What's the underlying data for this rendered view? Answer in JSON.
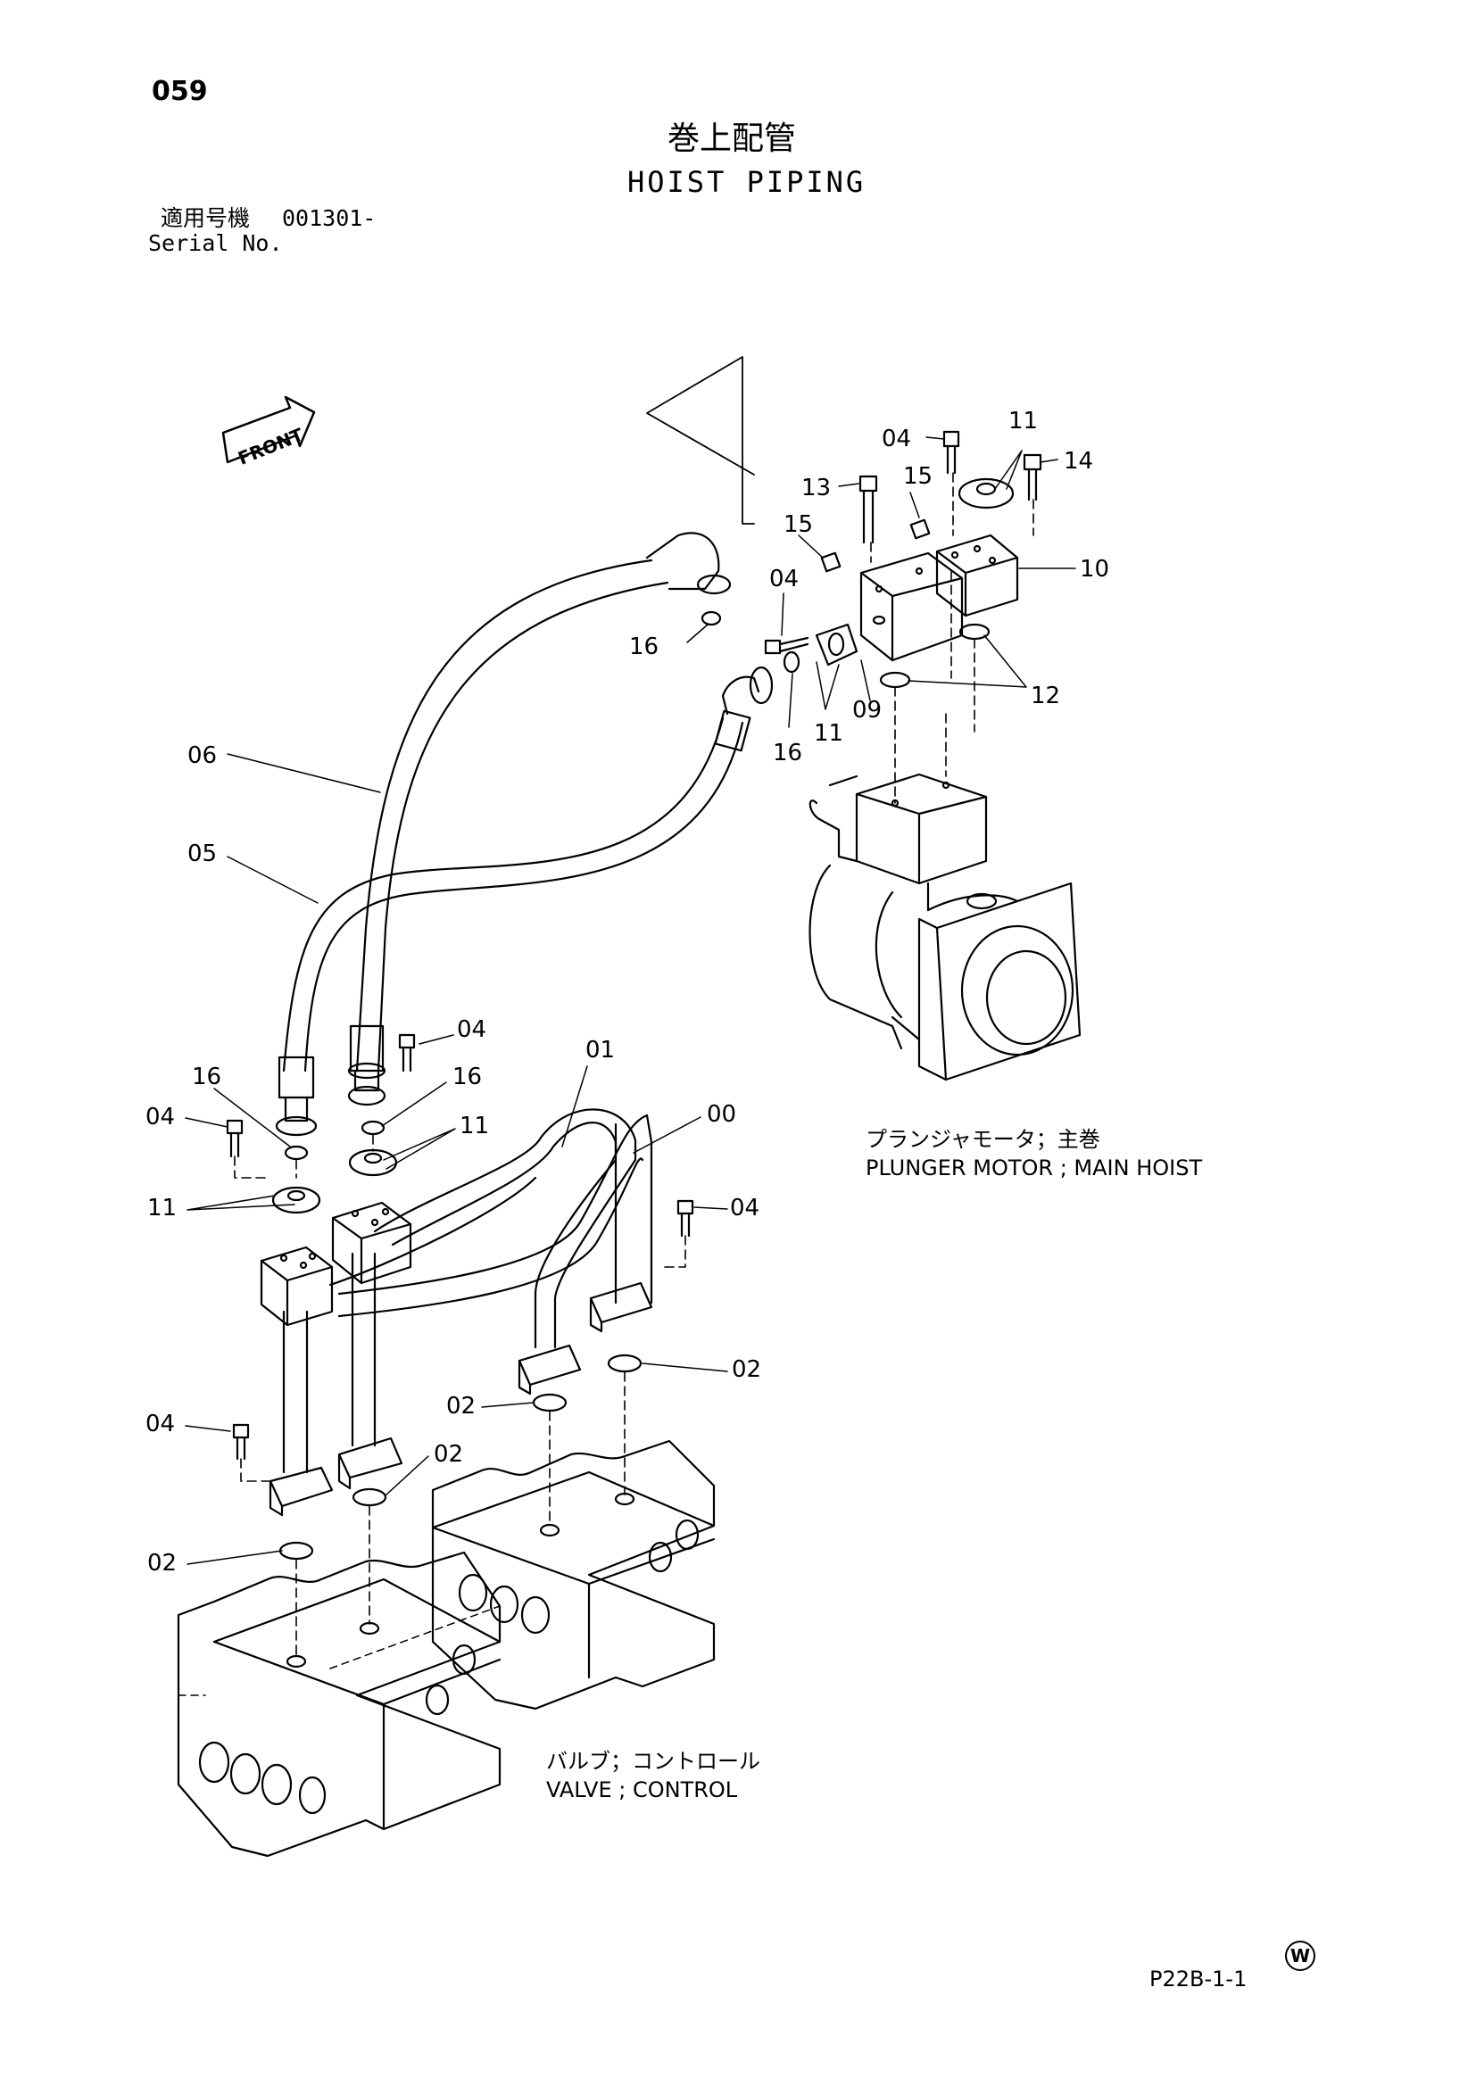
{
  "header": {
    "page_number": "059",
    "title_jp": "巻上配管",
    "title_en": "HOIST PIPING",
    "serial_label_jp": "適用号機",
    "serial_number": "001301-",
    "serial_label_en": "Serial No."
  },
  "front_arrow": {
    "label": "FRONT"
  },
  "callouts": [
    "04",
    "11",
    "14",
    "13",
    "15",
    "15",
    "10",
    "04",
    "16",
    "12",
    "09",
    "11",
    "16",
    "06",
    "05",
    "04",
    "16",
    "16",
    "04",
    "11",
    "01",
    "00",
    "11",
    "04",
    "02",
    "02",
    "04",
    "02",
    "02"
  ],
  "captions": {
    "motor_jp": "プランジャモータ；主巻",
    "motor_en": "PLUNGER MOTOR ; MAIN HOIST",
    "valve_jp": "バルブ；コントロール",
    "valve_en": "VALVE ; CONTROL"
  },
  "footer": {
    "mark": "W",
    "doc_code": "P22B-1-1"
  }
}
